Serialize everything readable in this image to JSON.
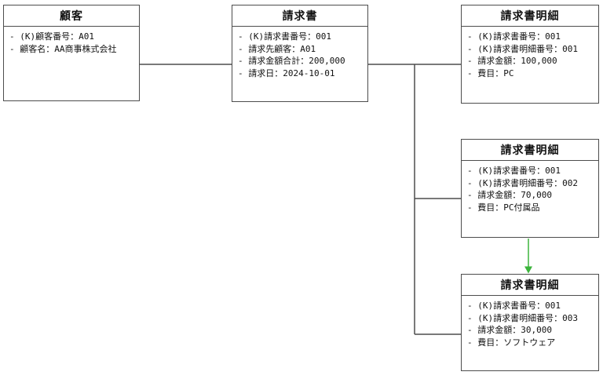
{
  "diagram": {
    "kind": "entity-relationship-diagram",
    "background": "#ffffff"
  },
  "colors": {
    "entity_border": "#4d4d4d",
    "connector": "#4d4d4d",
    "dependency_arrow": "#3cb43c",
    "text": "#111111"
  },
  "entities": [
    {
      "id": "customer",
      "title": "顧客",
      "attributes": [
        "- (K)顧客番号：A01",
        "- 顧客名：AA商事株式会社"
      ]
    },
    {
      "id": "invoice",
      "title": "請求書",
      "attributes": [
        "- (K)請求書番号：001",
        "- 請求先顧客：A01",
        "- 請求金額合計：200,000",
        "- 請求日：2024-10-01"
      ]
    },
    {
      "id": "invoice-detail-1",
      "title": "請求書明細",
      "attributes": [
        "- (K)請求書番号：001",
        "- (K)請求書明細番号：001",
        "- 請求金額：100,000",
        "- 費目：PC"
      ]
    },
    {
      "id": "invoice-detail-2",
      "title": "請求書明細",
      "attributes": [
        "- (K)請求書番号：001",
        "- (K)請求書明細番号：002",
        "- 請求金額：70,000",
        "- 費目：PC付属品"
      ]
    },
    {
      "id": "invoice-detail-3",
      "title": "請求書明細",
      "attributes": [
        "- (K)請求書番号：001",
        "- (K)請求書明細番号：003",
        "- 請求金額：30,000",
        "- 費目：ソフトウェア"
      ]
    }
  ]
}
